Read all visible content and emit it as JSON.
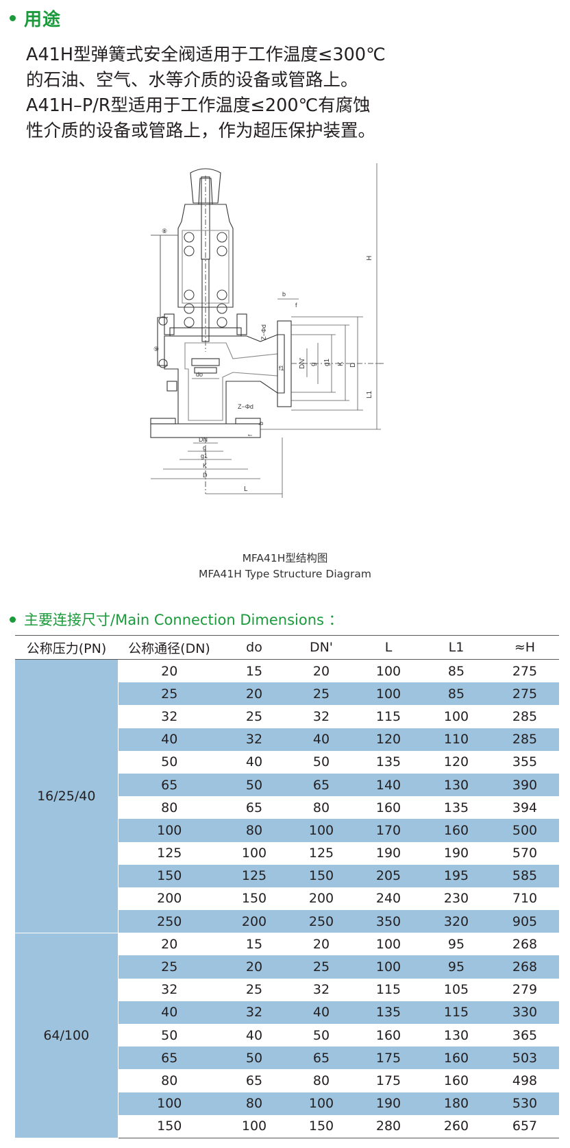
{
  "usage": {
    "heading": "用途",
    "lines": [
      "A41H型弹簧式安全阀适用于工作温度≤300℃",
      "的石油、空气、水等介质的设备或管路上。",
      "A41H–P/R型适用于工作温度≤200℃有腐蚀",
      "性介质的设备或管路上，作为超压保护装置。"
    ]
  },
  "diagram": {
    "labels": {
      "H": "H",
      "L1": "L1",
      "L": "L",
      "D": "D",
      "K": "K",
      "g": "g",
      "g1": "g1",
      "DN": "DN",
      "DN_prime": "DN'",
      "do": "do",
      "b": "b",
      "f": "f",
      "f1": "f1",
      "Z_phi_d": "Z−Φd",
      "circle1": "⑧",
      "circle2": "⑨"
    },
    "caption_cn": "MFA41H型结构图",
    "caption_en": "MFA41H Type Structure Diagram"
  },
  "dimensions": {
    "heading": "主要连接尺寸/Main Connection Dimensions ：",
    "columns": [
      "公称压力(PN)",
      "公称通径(DN)",
      "do",
      "DN'",
      "L",
      "L1",
      "≈H"
    ],
    "groups": [
      {
        "pn": "16/25/40",
        "rows": [
          [
            "20",
            "15",
            "20",
            "100",
            "85",
            "275"
          ],
          [
            "25",
            "20",
            "25",
            "100",
            "85",
            "275"
          ],
          [
            "32",
            "25",
            "32",
            "115",
            "100",
            "285"
          ],
          [
            "40",
            "32",
            "40",
            "120",
            "110",
            "285"
          ],
          [
            "50",
            "40",
            "50",
            "135",
            "120",
            "355"
          ],
          [
            "65",
            "50",
            "65",
            "140",
            "130",
            "390"
          ],
          [
            "80",
            "65",
            "80",
            "160",
            "135",
            "394"
          ],
          [
            "100",
            "80",
            "100",
            "170",
            "160",
            "500"
          ],
          [
            "125",
            "100",
            "125",
            "190",
            "190",
            "570"
          ],
          [
            "150",
            "125",
            "150",
            "205",
            "195",
            "585"
          ],
          [
            "200",
            "150",
            "200",
            "240",
            "230",
            "710"
          ],
          [
            "250",
            "200",
            "250",
            "350",
            "320",
            "905"
          ]
        ]
      },
      {
        "pn": "64/100",
        "rows": [
          [
            "20",
            "15",
            "20",
            "100",
            "95",
            "268"
          ],
          [
            "25",
            "20",
            "25",
            "100",
            "95",
            "268"
          ],
          [
            "32",
            "25",
            "32",
            "115",
            "105",
            "279"
          ],
          [
            "40",
            "32",
            "40",
            "135",
            "115",
            "330"
          ],
          [
            "50",
            "40",
            "50",
            "160",
            "130",
            "365"
          ],
          [
            "65",
            "50",
            "65",
            "175",
            "160",
            "503"
          ],
          [
            "80",
            "65",
            "80",
            "175",
            "160",
            "498"
          ],
          [
            "100",
            "80",
            "100",
            "190",
            "180",
            "530"
          ],
          [
            "150",
            "100",
            "150",
            "280",
            "260",
            "657"
          ]
        ]
      }
    ]
  },
  "colors": {
    "accent": "#1a9a3a",
    "band": "#9ec3de"
  }
}
